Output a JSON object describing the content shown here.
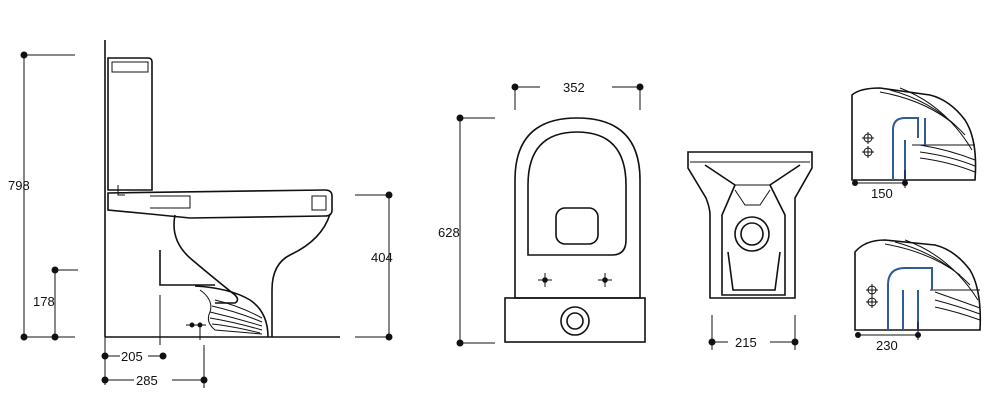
{
  "views": {
    "side": {
      "dims": {
        "height_total": "798",
        "height_inlet": "178",
        "height_bowl": "404",
        "offset_205": "205",
        "offset_285": "285"
      }
    },
    "top": {
      "dims": {
        "width": "352",
        "length": "628"
      }
    },
    "front": {
      "dims": {
        "width": "215"
      }
    },
    "outlet_detail_1": {
      "dims": {
        "offset": "150"
      }
    },
    "outlet_detail_2": {
      "dims": {
        "offset": "230"
      }
    }
  },
  "colors": {
    "line": "#111111",
    "outlet_line": "#2f5b9a"
  }
}
